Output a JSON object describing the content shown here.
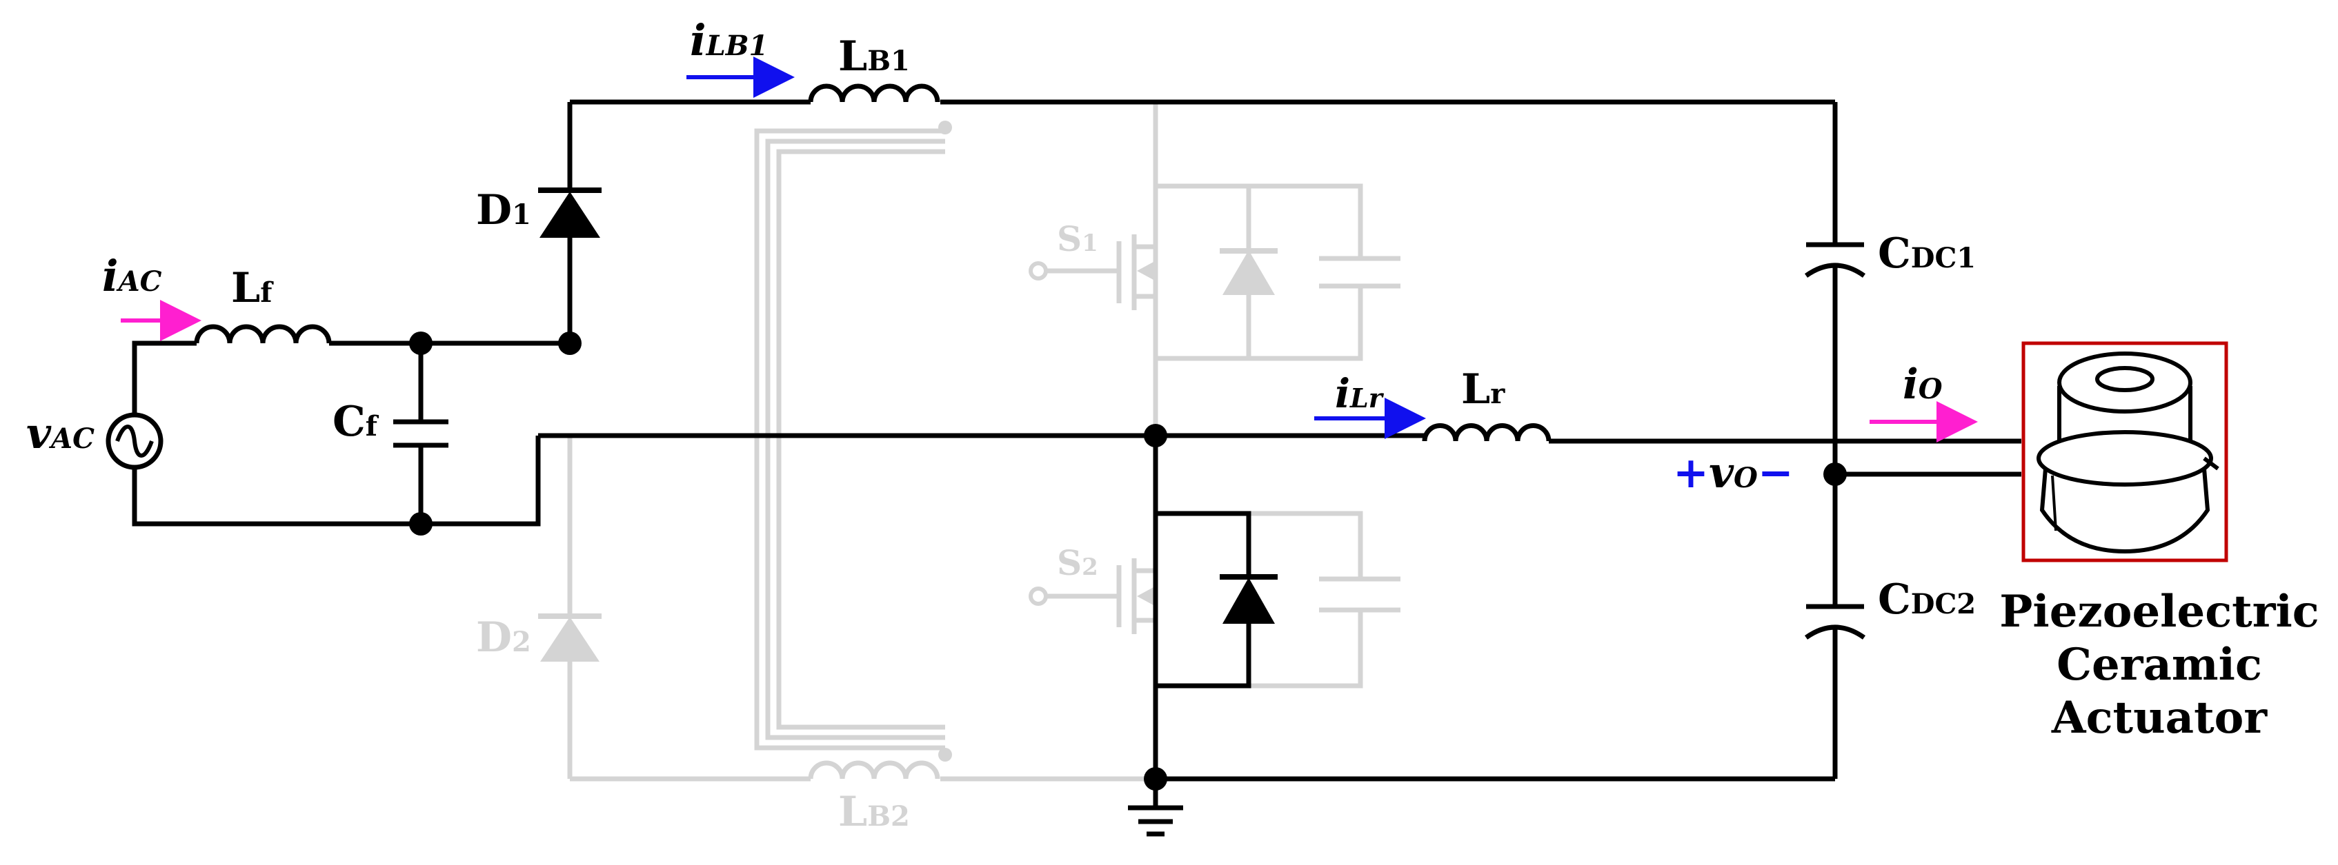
{
  "colors": {
    "active": "#000000",
    "inactive": "#d4d4d4",
    "current_blue": "#1010ee",
    "current_magenta": "#ff1fd0",
    "actuator_border": "#c00000"
  },
  "labels": {
    "i_ac": {
      "main": "i",
      "sub": "AC"
    },
    "l_f": {
      "main": "L",
      "sub": "f"
    },
    "v_ac": {
      "main": "v",
      "sub": "AC"
    },
    "c_f": {
      "main": "C",
      "sub": "f"
    },
    "d_1": {
      "main": "D",
      "sub": "1"
    },
    "d_2": {
      "main": "D",
      "sub": "2"
    },
    "i_lb1": {
      "main": "i",
      "sub": "LB1"
    },
    "l_b1": {
      "main": "L",
      "sub": "B1"
    },
    "l_b2": {
      "main": "L",
      "sub": "B2"
    },
    "s_1": {
      "main": "S",
      "sub": "1"
    },
    "s_2": {
      "main": "S",
      "sub": "2"
    },
    "i_lr": {
      "main": "i",
      "sub": "Lr"
    },
    "l_r": {
      "main": "L",
      "sub": "r"
    },
    "c_dc1": {
      "main": "C",
      "sub": "DC1"
    },
    "c_dc2": {
      "main": "C",
      "sub": "DC2"
    },
    "i_o": {
      "main": "i",
      "sub": "O"
    },
    "v_o": {
      "plus": "+",
      "main": "v",
      "sub": "O",
      "minus": "−"
    }
  },
  "actuator": {
    "line1": "Piezoelectric",
    "line2": "Ceramic",
    "line3": "Actuator",
    "icon": "piezo-actuator-icon"
  }
}
